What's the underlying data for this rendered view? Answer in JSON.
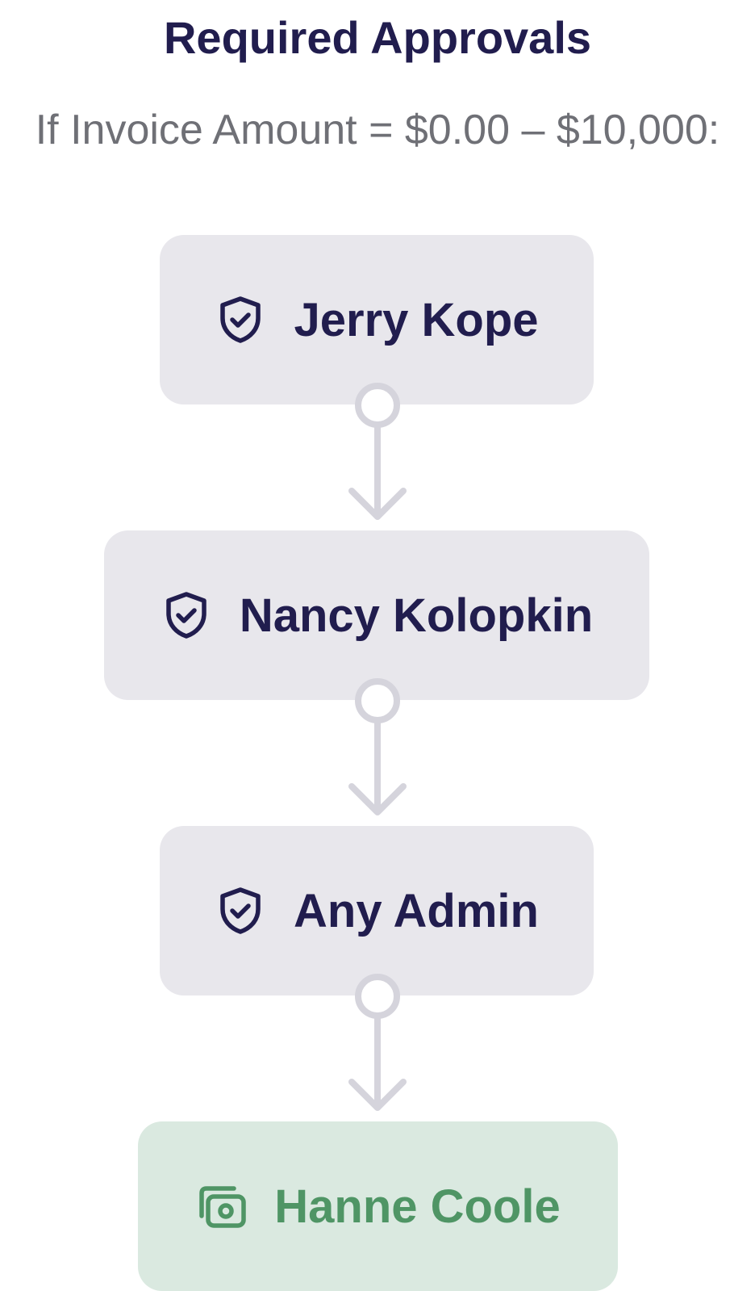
{
  "header": {
    "title": "Required Approvals",
    "condition": "If Invoice Amount = $0.00 – $10,000:"
  },
  "approvers": [
    {
      "name": "Jerry Kope",
      "icon": "shield-check-icon"
    },
    {
      "name": "Nancy Kolopkin",
      "icon": "shield-check-icon"
    },
    {
      "name": "Any Admin",
      "icon": "shield-check-icon"
    }
  ],
  "payer": {
    "name": "Hanne Coole",
    "icon": "cash-icon"
  },
  "colors": {
    "title": "#211d4e",
    "condition": "#6f7076",
    "node_bg": "#e8e7ec",
    "connector": "#d5d4dc",
    "final_bg": "#dae9e0",
    "final_text": "#4f9565"
  }
}
